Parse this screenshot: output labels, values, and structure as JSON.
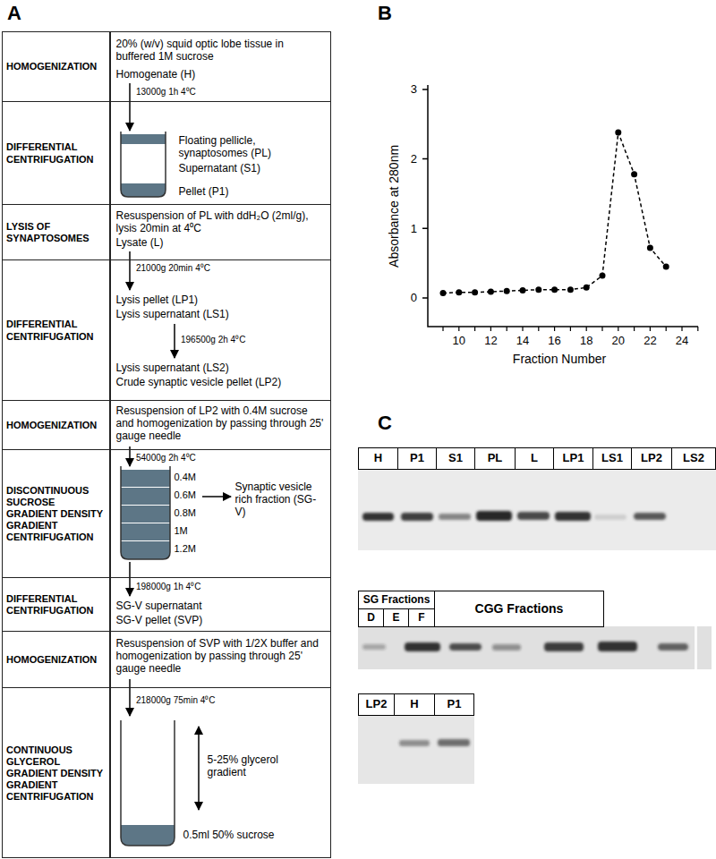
{
  "diagram": {
    "nodes": [
      {
        "text": [
          "HOMOGENIZATION",
          "20% (w/v) squid optic lobe tissue in buffered 1M sucrose",
          "Homogenate (H)"
        ]
      },
      {
        "text": [
          "DIFFERENTIAL CENTRIFUGATION",
          "Floating pellicle, synaptosomes (PL)",
          "Supernatant (S1)",
          "Pellet (P1)"
        ]
      },
      {
        "text": [
          "LYSIS OF SYNAPTOSOMES",
          "Resuspension of PL with ddH₂O (2ml/g), lysis 20min at 4⁰C",
          "Lysate (L)"
        ]
      },
      {
        "text": [
          "DIFFERENTIAL CENTRIFUGATION",
          "Lysis pellet (LP1)",
          "Lysis supernatant (LS1)",
          "Lysis supernatant (LS2)",
          "Crude synaptic vesicle pellet (LP2)"
        ]
      },
      {
        "text": [
          "HOMOGENIZATION",
          "Resuspension of LP2 with 0.4M sucrose and homogenization by passing through 25' gauge needle"
        ]
      },
      {
        "text": [
          "DISCONTINUOUS SUCROSE GRADIENT DENSITY GRADIENT CENTRIFUGATION",
          "0.4M",
          "0.6M",
          "0.8M",
          "1M",
          "1.2M",
          "Synaptic vesicle rich fraction (SG-V)"
        ]
      },
      {
        "text": [
          "DIFFERENTIAL CENTRIFUGATION",
          "SG-V supernatant",
          "SG-V pellet (SVP)"
        ]
      },
      {
        "text": [
          "HOMOGENIZATION",
          "Resuspension of SVP with 1/2X buffer and homogenization by passing through 25' gauge needle"
        ]
      },
      {
        "text": [
          "CONTINUOUS GLYCEROL GRADIENT DENSITY GRADIENT CENTRIFUGATION",
          "5-25% glycerol gradient",
          "0.5ml 50% sucrose"
        ]
      },
      {
        "text": [
          "H"
        ]
      },
      {
        "text": [
          "P1"
        ]
      },
      {
        "text": [
          "S1"
        ]
      },
      {
        "text": [
          "PL"
        ]
      },
      {
        "text": [
          "L"
        ]
      },
      {
        "text": [
          "LP1"
        ]
      },
      {
        "text": [
          "LS1"
        ]
      },
      {
        "text": [
          "LP2"
        ]
      },
      {
        "text": [
          "LS2"
        ]
      },
      {
        "text": [
          "SG Fractions"
        ]
      },
      {
        "text": [
          "D"
        ]
      },
      {
        "text": [
          "E"
        ]
      },
      {
        "text": [
          "F"
        ]
      },
      {
        "text": [
          "CGG Fractions"
        ]
      },
      {
        "text": [
          "LP2"
        ]
      },
      {
        "text": [
          "H"
        ]
      },
      {
        "text": [
          "P1"
        ]
      }
    ],
    "labels": [
      "A",
      "B",
      "C",
      "13000g 1h 4⁰C",
      "21000g 20min 4⁰C",
      "196500g 2h 4⁰C",
      "54000g 2h 4⁰C",
      "198000g 1h 4⁰C",
      "218000g 75min 4⁰C",
      "3",
      "2",
      "1",
      "0",
      "Absorbance at 280nm",
      "10",
      "12",
      "14",
      "16",
      "18",
      "20",
      "22",
      "24",
      "Fraction Number"
    ]
  }
}
